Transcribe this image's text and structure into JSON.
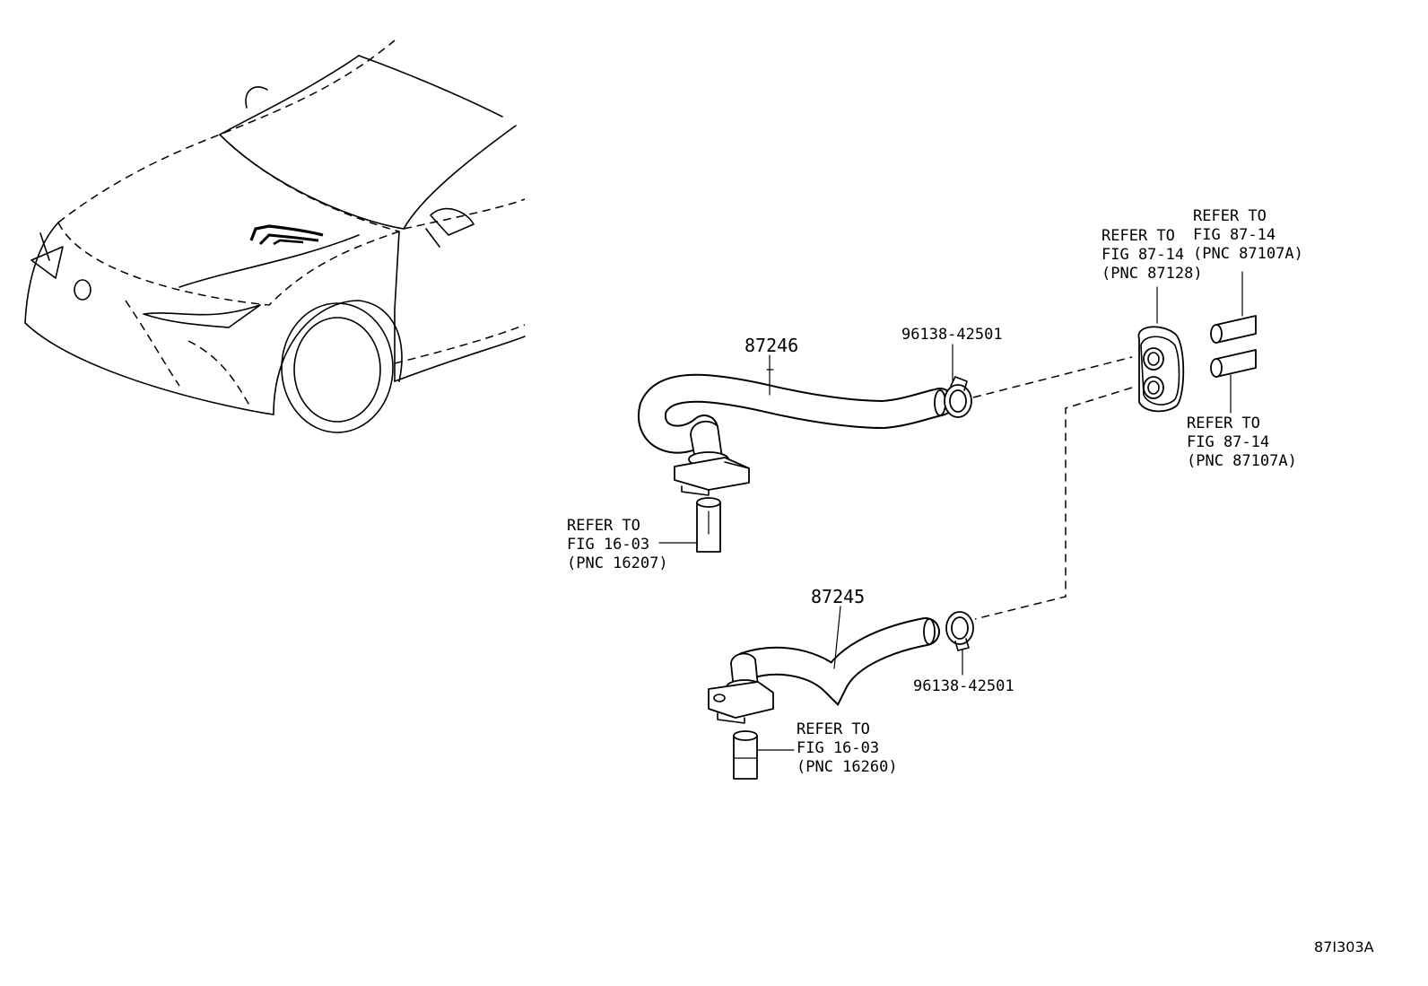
{
  "diagram_code": "87I303A",
  "parts": {
    "hose_upper": {
      "number": "87246"
    },
    "hose_lower": {
      "number": "87245"
    },
    "clamp_upper": {
      "number": "96138-42501"
    },
    "clamp_lower": {
      "number": "96138-42501"
    }
  },
  "references": {
    "pnc_16207": [
      "REFER TO",
      "FIG 16-03",
      "(PNC 16207)"
    ],
    "pnc_16260": [
      "REFER TO",
      "FIG 16-03",
      "(PNC 16260)"
    ],
    "pnc_87128": [
      "REFER TO",
      "FIG 87-14",
      "(PNC 87128)"
    ],
    "pnc_87107a_top": [
      "REFER TO",
      "FIG 87-14",
      "(PNC 87107A)"
    ],
    "pnc_87107a_bottom": [
      "REFER TO",
      "FIG 87-14",
      "(PNC 87107A)"
    ]
  }
}
